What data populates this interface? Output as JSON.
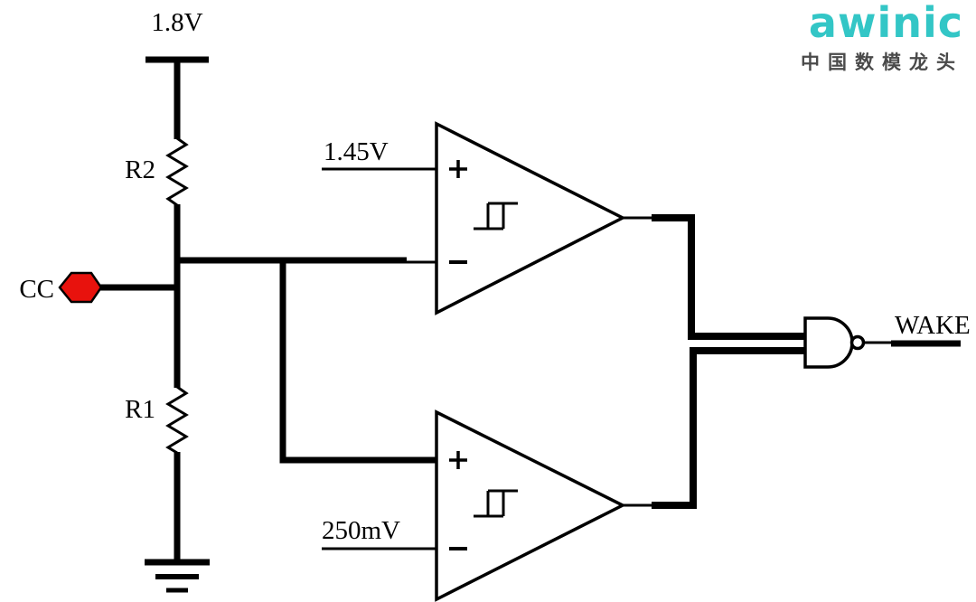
{
  "logo": {
    "brand": "awinic",
    "tagline": "中国数模龙头",
    "brand_color": "#33c6c6",
    "tagline_color": "#4a4a4a"
  },
  "schematic": {
    "supply_label": "1.8V",
    "r2_label": "R2",
    "r1_label": "R1",
    "cc_label": "CC",
    "comparator_top_ref": "1.45V",
    "comparator_bottom_ref": "250mV",
    "output_label": "WAKE",
    "cc_node_color": "#e8120d",
    "wire_color": "#000000"
  }
}
